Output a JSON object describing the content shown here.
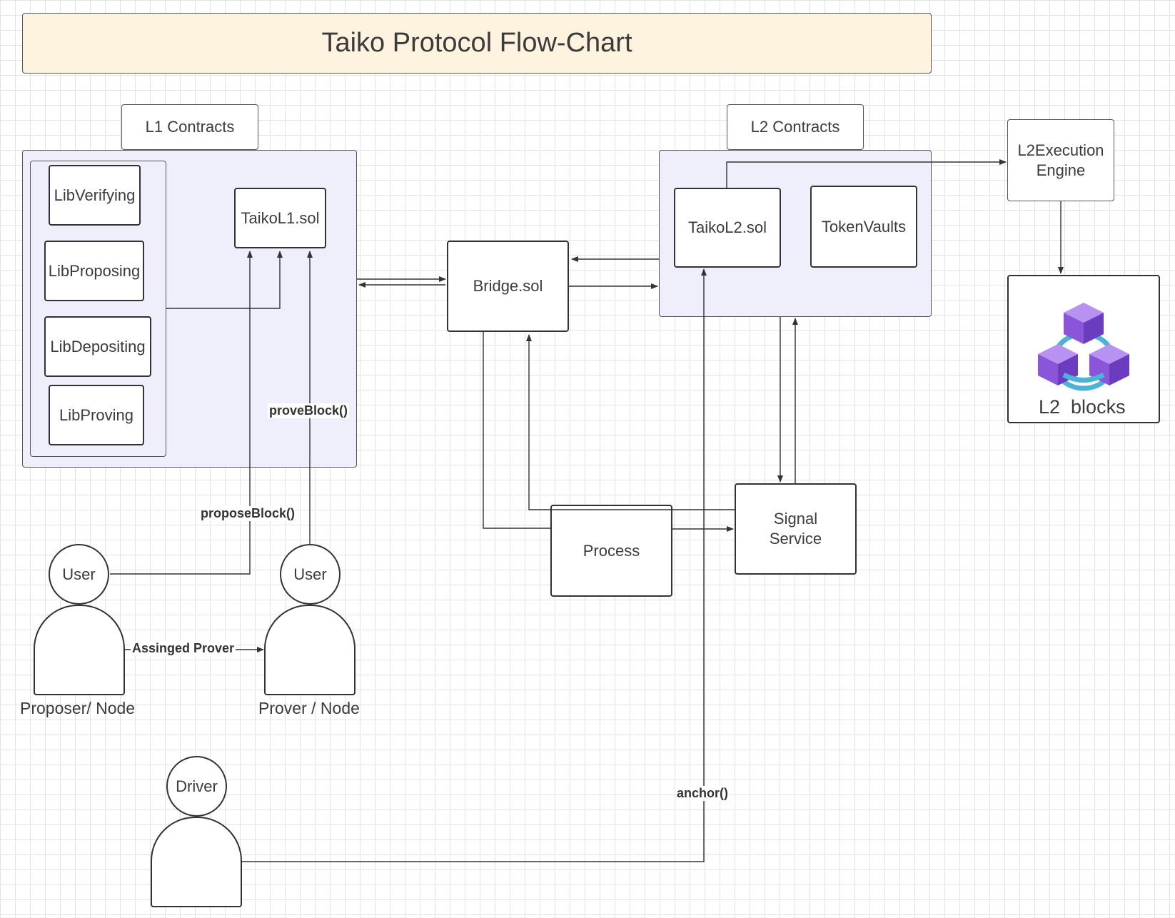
{
  "title": "Taiko Protocol Flow-Chart",
  "l1": {
    "header": "L1 Contracts",
    "libs": [
      "LibVerifying",
      "LibProposing",
      "LibDepositing",
      "LibProving"
    ],
    "main": "TaikoL1.sol"
  },
  "l2": {
    "header": "L2 Contracts",
    "main": "TaikoL2.sol",
    "vaults": "TokenVaults"
  },
  "bridge": "Bridge.sol",
  "process": "Process",
  "signal": "Signal Service",
  "engine": "L2Execution Engine",
  "l2_blocks": "L2  blocks",
  "actors": {
    "proposer": {
      "head": "User",
      "caption": "Proposer/ Node"
    },
    "prover": {
      "head": "User",
      "caption": "Prover / Node"
    },
    "driver": {
      "head": "Driver"
    }
  },
  "edge_labels": {
    "prove": "proveBlock()",
    "propose": "proposeBlock()",
    "assigned": "Assinged Prover",
    "anchor": "anchor()"
  },
  "colors": {
    "grid": "#e3e3e3",
    "title_fill": "#fdf3df",
    "group_fill": "#efeffc",
    "stroke": "#333333",
    "cube_purple": "#8a55d8",
    "link_blue": "#4bb4d6"
  },
  "icons": {
    "l2_blocks": "linked-cubes-icon"
  }
}
